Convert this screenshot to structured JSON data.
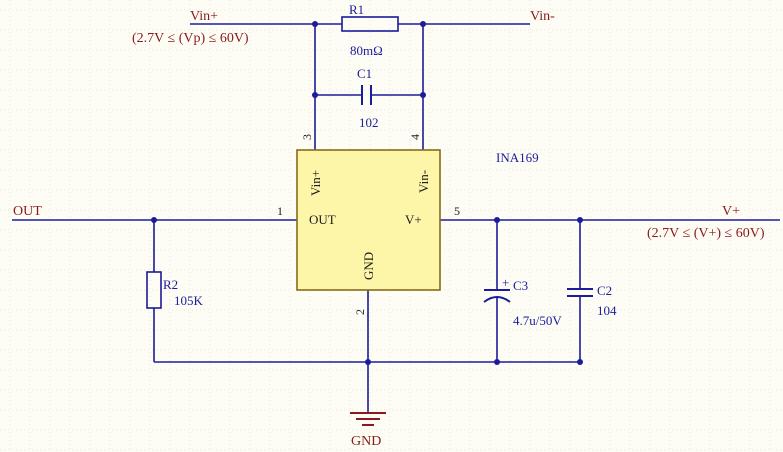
{
  "nets": {
    "vin_plus": "Vin+",
    "vin_plus_range": "(2.7V ≤ (Vp) ≤ 60V)",
    "vin_minus": "Vin-",
    "out": "OUT",
    "v_plus": "V+",
    "v_plus_range": "(2.7V ≤ (V+) ≤ 60V)",
    "gnd": "GND"
  },
  "ic": {
    "designator": "INA169",
    "pins": {
      "vin_plus": "Vin+",
      "vin_minus": "Vin-",
      "out": "OUT",
      "v_plus": "V+",
      "gnd": "GND"
    },
    "pin_numbers": {
      "out": "1",
      "gnd": "2",
      "vin_plus": "3",
      "vin_minus": "4",
      "v_plus": "5"
    }
  },
  "components": {
    "r1": {
      "designator": "R1",
      "value": "80mΩ"
    },
    "c1": {
      "designator": "C1",
      "value": "102"
    },
    "r2": {
      "designator": "R2",
      "value": "105K"
    },
    "c3": {
      "designator": "C3",
      "value": "4.7u/50V"
    },
    "c2": {
      "designator": "C2",
      "value": "104"
    }
  },
  "colors": {
    "wire": "#1c1c9a",
    "net_label": "#8b1a1a",
    "ic_fill": "#fdf6a8",
    "ic_stroke": "#8a6a1a",
    "background": "#fdfdf6"
  }
}
